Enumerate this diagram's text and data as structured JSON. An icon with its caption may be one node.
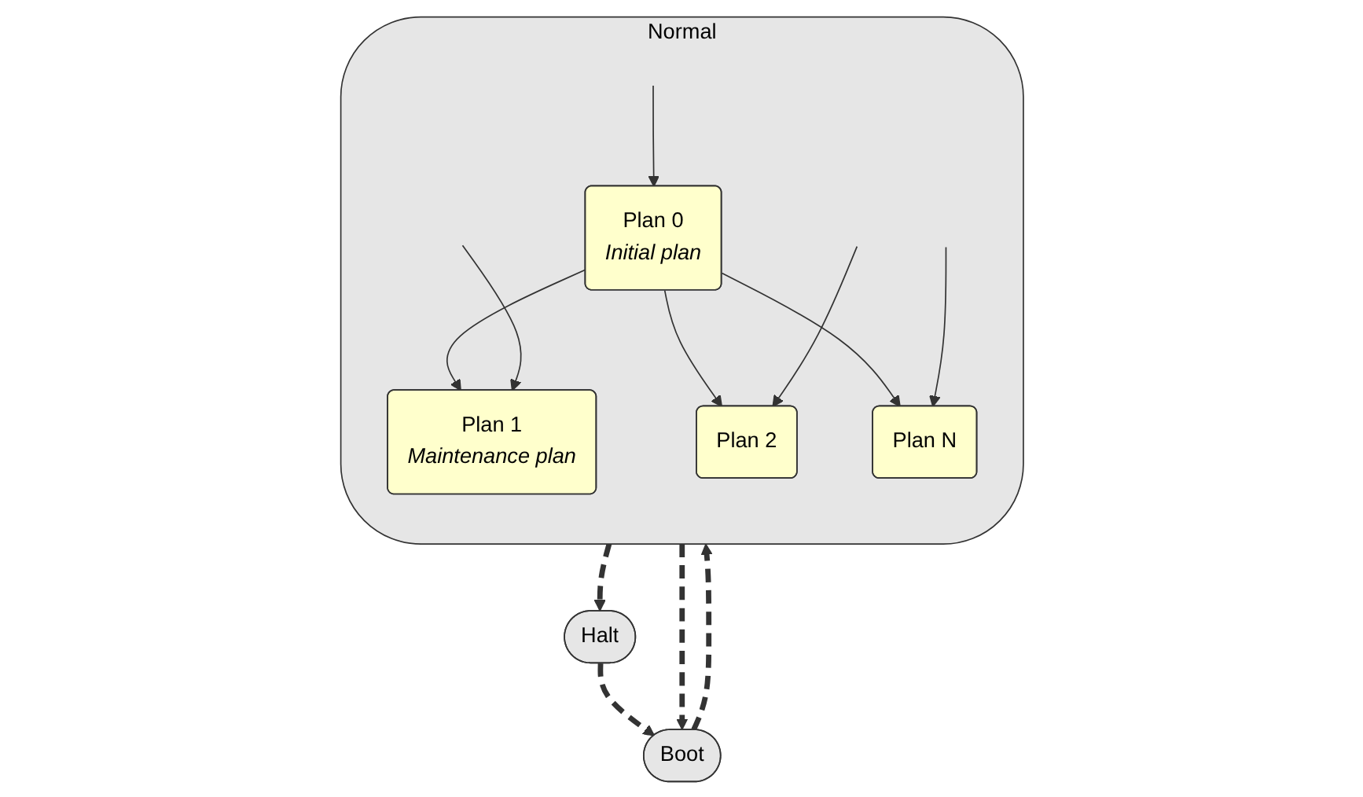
{
  "diagram": {
    "nodes": [
      {
        "text": [
          "Boot"
        ]
      },
      {
        "text": [
          "Halt"
        ]
      },
      {
        "text": [
          "Normal"
        ]
      },
      {
        "text": [
          "Plan 0",
          "Initial plan"
        ],
        "in": 2
      },
      {
        "text": [
          "Plan 1",
          "Maintenance plan"
        ],
        "in": 2
      },
      {
        "text": [
          "Plan 2"
        ],
        "in": 2
      },
      {
        "text": [
          "Plan N"
        ],
        "in": 2
      }
    ],
    "edges": [
      {
        "from": 0,
        "to": 2,
        "arrow": "to",
        "style": "dashed"
      },
      {
        "from": null,
        "to": 3,
        "arrow": "to"
      },
      {
        "from": 3,
        "to": 4,
        "arrow": "to"
      },
      {
        "from": 3,
        "to": 5,
        "arrow": "to"
      },
      {
        "from": 3,
        "to": 6,
        "arrow": "to"
      },
      {
        "from": null,
        "to": 4,
        "arrow": "to"
      },
      {
        "from": null,
        "to": 5,
        "arrow": "to"
      },
      {
        "from": null,
        "to": 6,
        "arrow": "to"
      },
      {
        "from": 2,
        "to": 0,
        "arrow": "to",
        "style": "dashed"
      },
      {
        "from": 2,
        "to": 1,
        "arrow": "to",
        "style": "dashed"
      },
      {
        "from": 1,
        "to": 0,
        "arrow": "to",
        "style": "dashed"
      }
    ]
  }
}
